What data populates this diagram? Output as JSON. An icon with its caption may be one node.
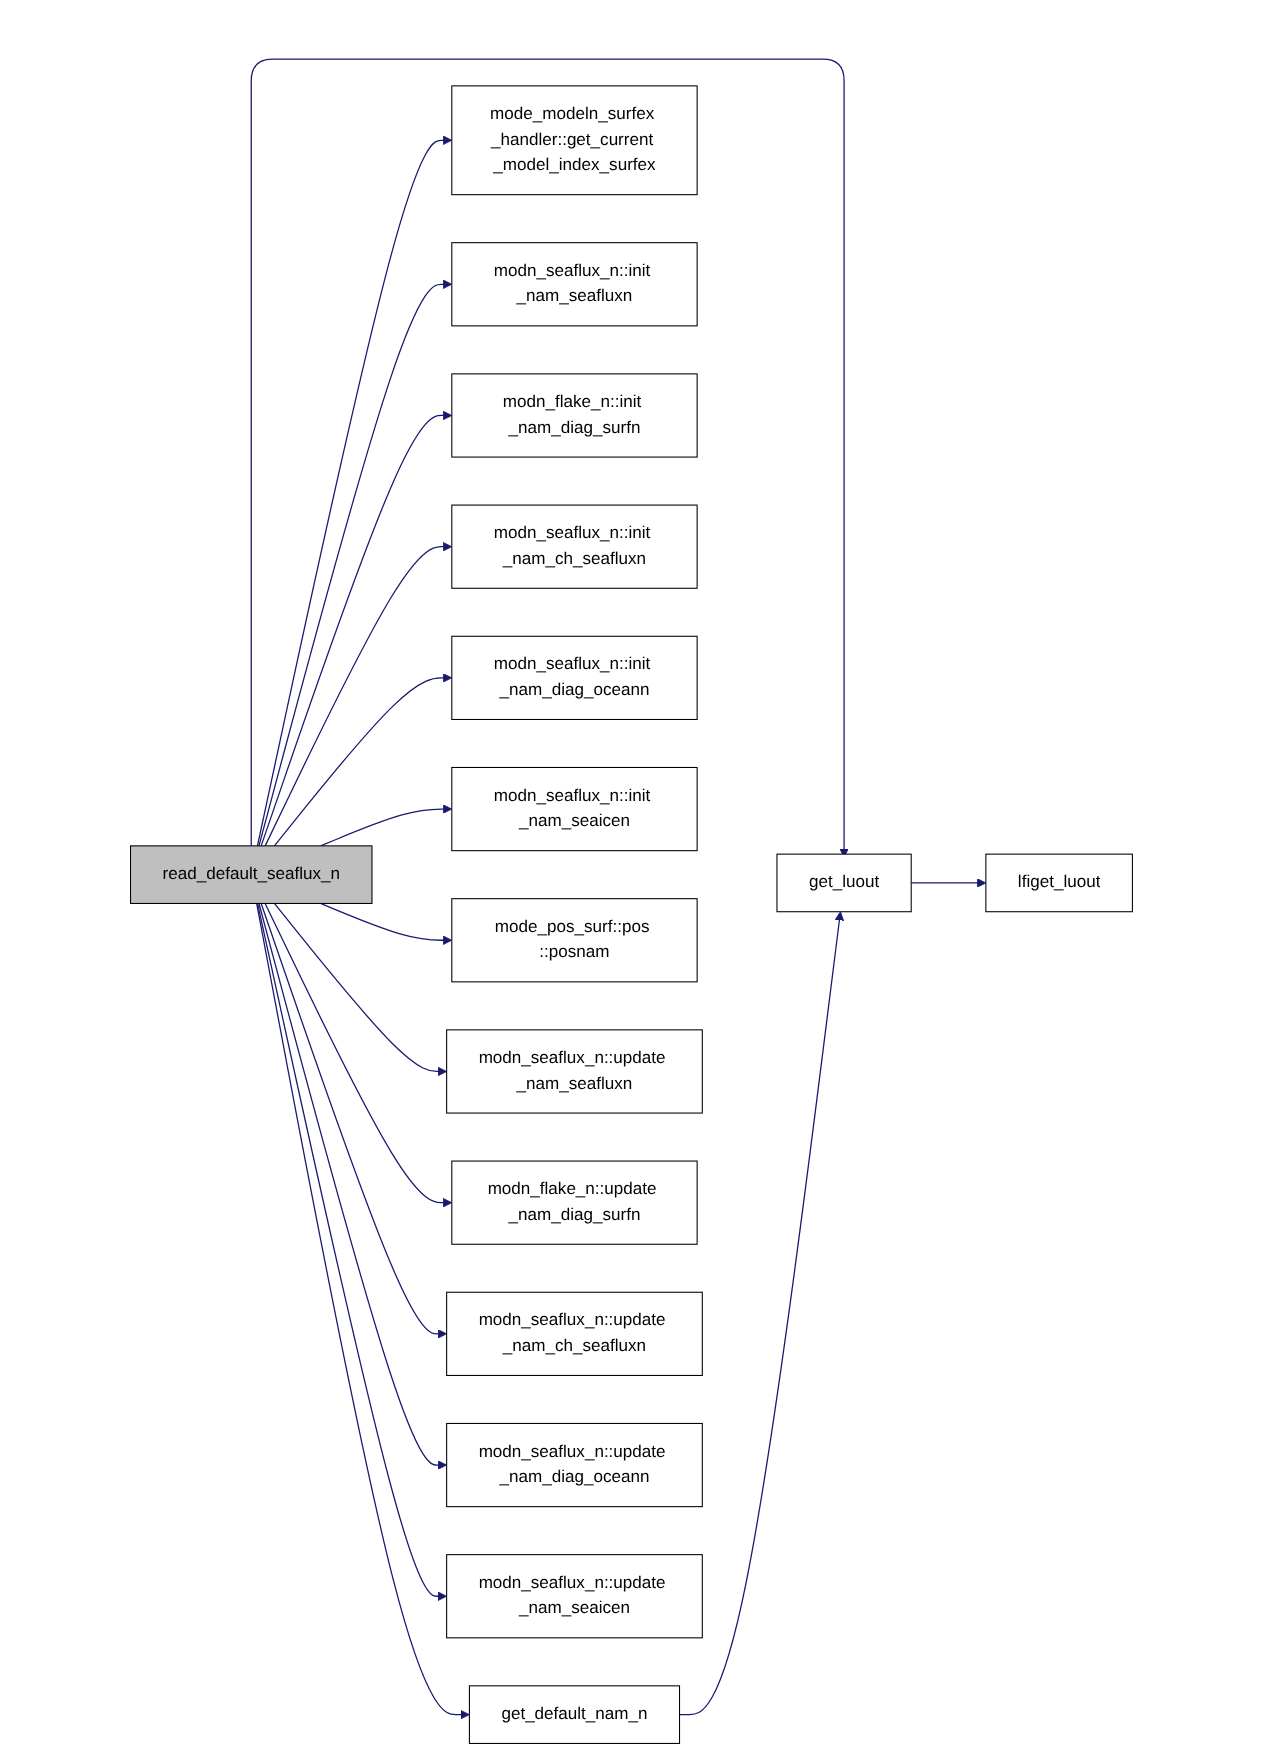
{
  "diagram": {
    "nodes": [
      {
        "text": [
          "read_default_seaflux_n"
        ]
      },
      {
        "text": [
          "get_luout"
        ]
      },
      {
        "text": [
          "lfiget_luout"
        ]
      },
      {
        "text": [
          "get_default_nam_n"
        ]
      },
      {
        "text": [
          "mode_modeln_surfex _handler::get_current _model_index_surfex"
        ]
      },
      {
        "text": [
          "modn_seaflux_n::init _nam_seafluxn"
        ]
      },
      {
        "text": [
          "modn_flake_n::init _nam_diag_surfn"
        ]
      },
      {
        "text": [
          "modn_seaflux_n::init _nam_ch_seafluxn"
        ]
      },
      {
        "text": [
          "modn_seaflux_n::init _nam_diag_oceann"
        ]
      },
      {
        "text": [
          "modn_seaflux_n::init _nam_seaicen"
        ]
      },
      {
        "text": [
          "mode_pos_surf::pos ::posnam"
        ]
      },
      {
        "text": [
          "modn_seaflux_n::update _nam_seafluxn"
        ]
      },
      {
        "text": [
          "modn_flake_n::update _nam_diag_surfn"
        ]
      },
      {
        "text": [
          "modn_seaflux_n::update _nam_ch_seafluxn"
        ]
      },
      {
        "text": [
          "modn_seaflux_n::update _nam_diag_oceann"
        ]
      },
      {
        "text": [
          "modn_seaflux_n::update _nam_seaicen"
        ]
      }
    ],
    "edges": [
      {
        "from": 0,
        "to": 1,
        "arrow": "to"
      },
      {
        "from": 0,
        "to": 3,
        "arrow": "to"
      },
      {
        "from": 3,
        "to": 1,
        "arrow": "to"
      },
      {
        "from": 1,
        "to": 2,
        "arrow": "to"
      },
      {
        "from": 0,
        "to": 4,
        "arrow": "to"
      },
      {
        "from": 0,
        "to": 5,
        "arrow": "to"
      },
      {
        "from": 0,
        "to": 6,
        "arrow": "to"
      },
      {
        "from": 0,
        "to": 7,
        "arrow": "to"
      },
      {
        "from": 0,
        "to": 8,
        "arrow": "to"
      },
      {
        "from": 0,
        "to": 9,
        "arrow": "to"
      },
      {
        "from": 0,
        "to": 10,
        "arrow": "to"
      },
      {
        "from": 0,
        "to": 11,
        "arrow": "to"
      },
      {
        "from": 0,
        "to": 12,
        "arrow": "to"
      },
      {
        "from": 0,
        "to": 13,
        "arrow": "to"
      },
      {
        "from": 0,
        "to": 14,
        "arrow": "to"
      },
      {
        "from": 0,
        "to": 15,
        "arrow": "to"
      }
    ]
  }
}
